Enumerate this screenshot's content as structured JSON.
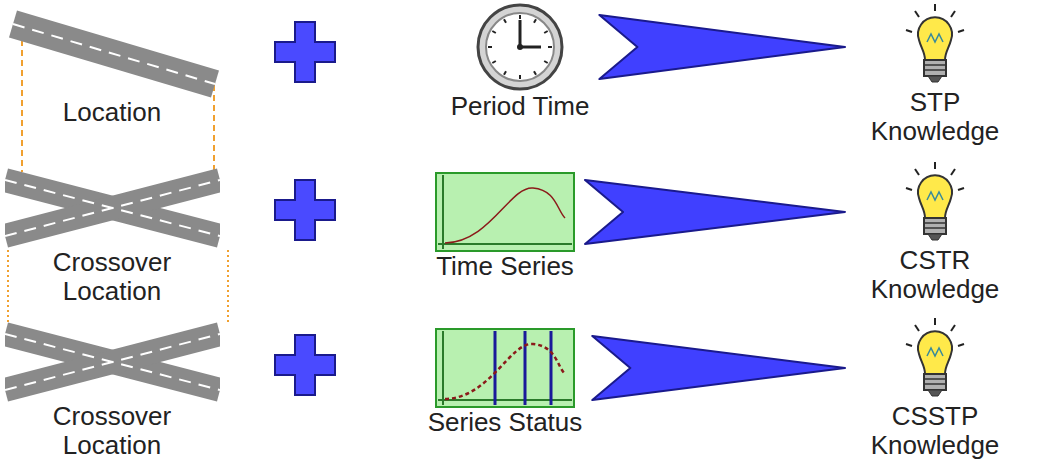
{
  "diagram": {
    "nodes": [
      {
        "text": [
          "Location"
        ]
      },
      {
        "text": [
          "Period Time"
        ]
      },
      {
        "text": [
          "STP Knowledge"
        ]
      },
      {
        "text": [
          "Crossover Location"
        ]
      },
      {
        "text": [
          "Time Series"
        ]
      },
      {
        "text": [
          "CSTR Knowledge"
        ]
      },
      {
        "text": [
          "Crossover Location"
        ]
      },
      {
        "text": [
          "Series Status"
        ]
      },
      {
        "text": [
          "CSSTP Knowledge"
        ]
      }
    ],
    "edges": [
      {
        "from": 1,
        "to": 2,
        "arrow": "to"
      },
      {
        "from": 4,
        "to": 5,
        "arrow": "to"
      },
      {
        "from": 7,
        "to": 8,
        "arrow": "to"
      }
    ]
  }
}
